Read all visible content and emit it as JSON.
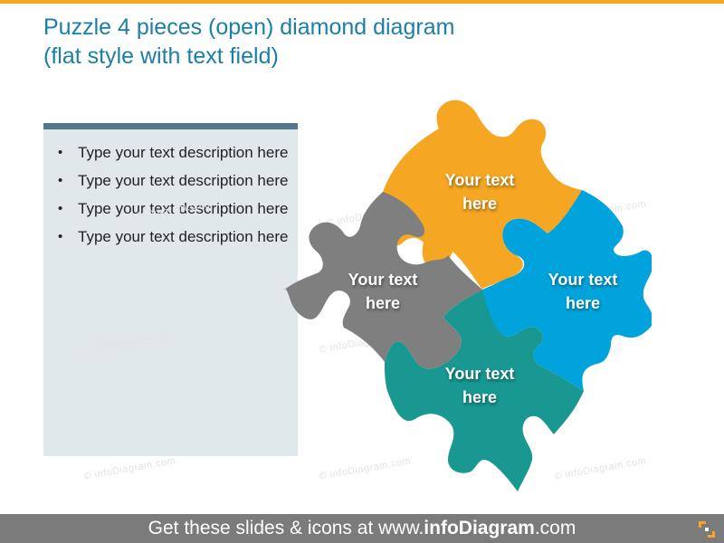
{
  "header": {
    "title_line1": "Puzzle 4 pieces (open) diamond diagram",
    "title_line2": "(flat style with text field)",
    "accent_color": "#F5A623",
    "title_color": "#1C7FA8"
  },
  "text_panel": {
    "bullets": [
      "Type your text description here",
      "Type your text description here",
      "Type your text description here",
      "Type your text description here"
    ],
    "bar_color": "#53788C",
    "background_color": "#E1E8EC"
  },
  "diagram": {
    "pieces": [
      {
        "position": "top",
        "label_line1": "Your text",
        "label_line2": "here",
        "color": "#F5A623"
      },
      {
        "position": "left",
        "label_line1": "Your text",
        "label_line2": "here",
        "color": "#7F7F7F"
      },
      {
        "position": "right",
        "label_line1": "Your text",
        "label_line2": "here",
        "color": "#00A3DC"
      },
      {
        "position": "bottom",
        "label_line1": "Your text",
        "label_line2": "here",
        "color": "#189890"
      }
    ]
  },
  "watermark": "© infoDiagram.com",
  "footer": {
    "prefix": "Get these slides & icons at www.",
    "brand": "infoDiagram",
    "suffix": ".com",
    "background_color": "#7B7B7B",
    "logo_icon": "infodiagram-logo-icon"
  }
}
